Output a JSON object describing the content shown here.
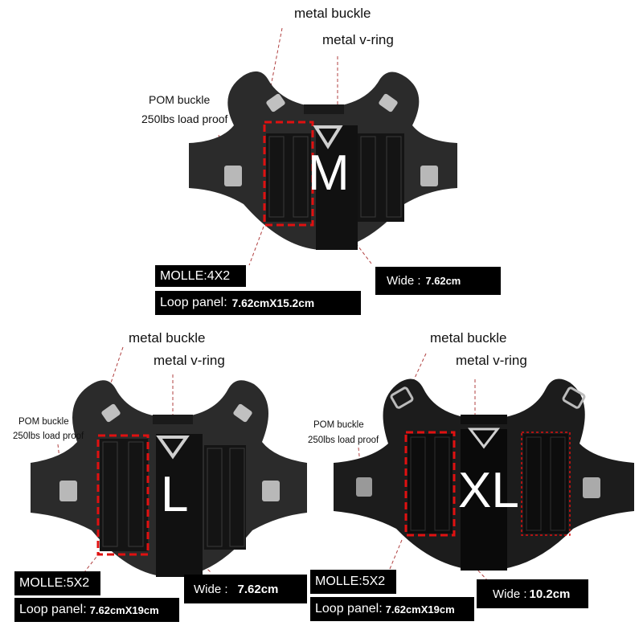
{
  "panels": {
    "medium": {
      "size_letter": "M",
      "metal_buckle": "metal buckle",
      "metal_vring": "metal v-ring",
      "pom_buckle_line1": "POM buckle",
      "pom_buckle_line2": "250lbs load proof",
      "molle": "MOLLE:4X2",
      "loop_panel_label": "Loop panel:",
      "loop_panel_value": "7.62cmX15.2cm",
      "wide_label": "Wide :",
      "wide_value": "7.62cm"
    },
    "large": {
      "size_letter": "L",
      "metal_buckle": "metal buckle",
      "metal_vring": "metal v-ring",
      "pom_buckle_line1": "POM buckle",
      "pom_buckle_line2": "250lbs load proof",
      "molle": "MOLLE:5X2",
      "loop_panel_label": "Loop panel:",
      "loop_panel_value": "7.62cmX19cm",
      "wide_label": "Wide :",
      "wide_value": "7.62cm"
    },
    "xlarge": {
      "size_letter": "XL",
      "metal_buckle": "metal buckle",
      "metal_vring": "metal v-ring",
      "pom_buckle_line1": "POM buckle",
      "pom_buckle_line2": "250lbs load proof",
      "molle": "MOLLE:5X2",
      "loop_panel_label": "Loop panel:",
      "loop_panel_value": "7.62cmX19cm",
      "wide_label": "Wide :",
      "wide_value": "10.2cm"
    }
  },
  "colors": {
    "harness_body": "#2b2b2b",
    "harness_body_xl": "#1c1c1c",
    "panel": "#111111",
    "highlight_dash": "#e01010",
    "leader_line": "#b04040",
    "buckle_metal": "#b8b8b8"
  }
}
